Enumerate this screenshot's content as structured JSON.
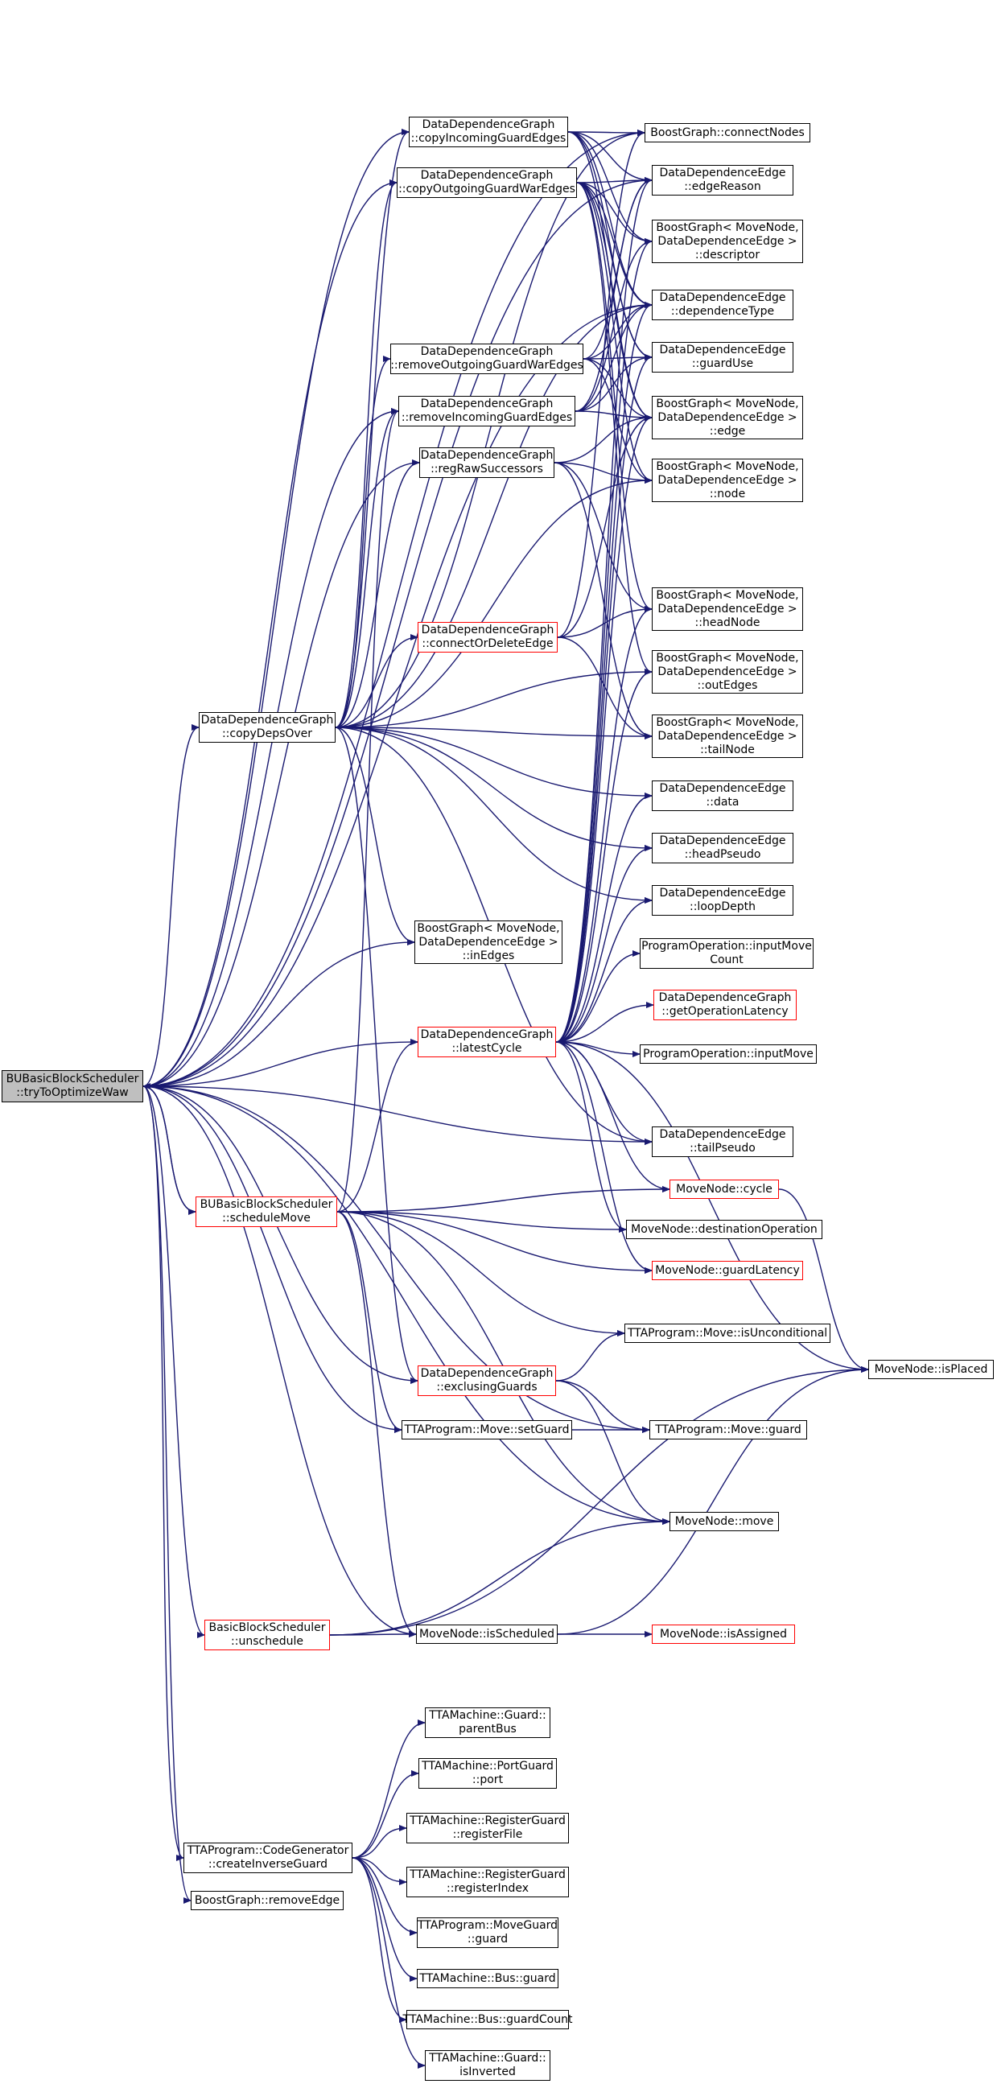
{
  "colors": {
    "edge": "#191970",
    "border": "#000000",
    "highlight_border": "#ff0000",
    "root_fill": "#bfbfbf"
  },
  "nodes": [
    {
      "id": "root",
      "lines": [
        "BUBasicBlockScheduler",
        "::tryToOptimizeWaw"
      ],
      "style": "root"
    },
    {
      "id": "ddg_copyIn",
      "lines": [
        "DataDependenceGraph",
        "::copyIncomingGuardEdges"
      ],
      "style": "normal"
    },
    {
      "id": "bg_connect",
      "lines": [
        "BoostGraph::connectNodes"
      ],
      "style": "normal"
    },
    {
      "id": "dde_edgeReason",
      "lines": [
        "DataDependenceEdge",
        "::edgeReason"
      ],
      "style": "normal"
    },
    {
      "id": "ddg_copyOut",
      "lines": [
        "DataDependenceGraph",
        "::copyOutgoingGuardWarEdges"
      ],
      "style": "normal"
    },
    {
      "id": "bg_descriptor",
      "lines": [
        "BoostGraph< MoveNode,",
        "DataDependenceEdge >",
        "::descriptor"
      ],
      "style": "normal"
    },
    {
      "id": "dde_depType",
      "lines": [
        "DataDependenceEdge",
        "::dependenceType"
      ],
      "style": "normal"
    },
    {
      "id": "ddg_removeOut",
      "lines": [
        "DataDependenceGraph",
        "::removeOutgoingGuardWarEdges"
      ],
      "style": "normal"
    },
    {
      "id": "dde_guardUse",
      "lines": [
        "DataDependenceEdge",
        "::guardUse"
      ],
      "style": "normal"
    },
    {
      "id": "ddg_removeIn",
      "lines": [
        "DataDependenceGraph",
        "::removeIncomingGuardEdges"
      ],
      "style": "normal"
    },
    {
      "id": "bg_edge",
      "lines": [
        "BoostGraph< MoveNode,",
        "DataDependenceEdge >",
        "::edge"
      ],
      "style": "normal"
    },
    {
      "id": "ddg_regRaw",
      "lines": [
        "DataDependenceGraph",
        "::regRawSuccessors"
      ],
      "style": "normal"
    },
    {
      "id": "bg_node",
      "lines": [
        "BoostGraph< MoveNode,",
        "DataDependenceEdge >",
        "::node"
      ],
      "style": "normal"
    },
    {
      "id": "ddg_connOrDel",
      "lines": [
        "DataDependenceGraph",
        "::connectOrDeleteEdge"
      ],
      "style": "red"
    },
    {
      "id": "bg_headNode",
      "lines": [
        "BoostGraph< MoveNode,",
        "DataDependenceEdge >",
        "::headNode"
      ],
      "style": "normal"
    },
    {
      "id": "bg_outEdges",
      "lines": [
        "BoostGraph< MoveNode,",
        "DataDependenceEdge >",
        "::outEdges"
      ],
      "style": "normal"
    },
    {
      "id": "ddg_copyDeps",
      "lines": [
        "DataDependenceGraph",
        "::copyDepsOver"
      ],
      "style": "normal"
    },
    {
      "id": "bg_tailNode",
      "lines": [
        "BoostGraph< MoveNode,",
        "DataDependenceEdge >",
        "::tailNode"
      ],
      "style": "normal"
    },
    {
      "id": "dde_data",
      "lines": [
        "DataDependenceEdge",
        "::data"
      ],
      "style": "normal"
    },
    {
      "id": "dde_headPseudo",
      "lines": [
        "DataDependenceEdge",
        "::headPseudo"
      ],
      "style": "normal"
    },
    {
      "id": "dde_loopDepth",
      "lines": [
        "DataDependenceEdge",
        "::loopDepth"
      ],
      "style": "normal"
    },
    {
      "id": "bg_inEdges",
      "lines": [
        "BoostGraph< MoveNode,",
        "DataDependenceEdge >",
        "::inEdges"
      ],
      "style": "normal"
    },
    {
      "id": "po_inputMoveCount",
      "lines": [
        "ProgramOperation::inputMove",
        "Count"
      ],
      "style": "normal"
    },
    {
      "id": "ddg_getOpLat",
      "lines": [
        "DataDependenceGraph",
        "::getOperationLatency"
      ],
      "style": "red"
    },
    {
      "id": "ddg_latestCycle",
      "lines": [
        "DataDependenceGraph",
        "::latestCycle"
      ],
      "style": "red"
    },
    {
      "id": "po_inputMove",
      "lines": [
        "ProgramOperation::inputMove"
      ],
      "style": "normal"
    },
    {
      "id": "dde_tailPseudo",
      "lines": [
        "DataDependenceEdge",
        "::tailPseudo"
      ],
      "style": "normal"
    },
    {
      "id": "bubs_scheduleMove",
      "lines": [
        "BUBasicBlockScheduler",
        "::scheduleMove"
      ],
      "style": "red"
    },
    {
      "id": "mn_cycle",
      "lines": [
        "MoveNode::cycle"
      ],
      "style": "red"
    },
    {
      "id": "mn_destOp",
      "lines": [
        "MoveNode::destinationOperation"
      ],
      "style": "normal"
    },
    {
      "id": "mn_guardLat",
      "lines": [
        "MoveNode::guardLatency"
      ],
      "style": "red"
    },
    {
      "id": "tta_isUncond",
      "lines": [
        "TTAProgram::Move::isUnconditional"
      ],
      "style": "normal"
    },
    {
      "id": "mn_isPlaced",
      "lines": [
        "MoveNode::isPlaced"
      ],
      "style": "normal"
    },
    {
      "id": "ddg_exclGuards",
      "lines": [
        "DataDependenceGraph",
        "::exclusingGuards"
      ],
      "style": "red"
    },
    {
      "id": "tta_setGuard",
      "lines": [
        "TTAProgram::Move::setGuard"
      ],
      "style": "normal"
    },
    {
      "id": "tta_guard",
      "lines": [
        "TTAProgram::Move::guard"
      ],
      "style": "normal"
    },
    {
      "id": "mn_move",
      "lines": [
        "MoveNode::move"
      ],
      "style": "normal"
    },
    {
      "id": "bbs_unschedule",
      "lines": [
        "BasicBlockScheduler",
        "::unschedule"
      ],
      "style": "red"
    },
    {
      "id": "mn_isScheduled",
      "lines": [
        "MoveNode::isScheduled"
      ],
      "style": "normal"
    },
    {
      "id": "mn_isAssigned",
      "lines": [
        "MoveNode::isAssigned"
      ],
      "style": "red"
    },
    {
      "id": "ttam_parentBus",
      "lines": [
        "TTAMachine::Guard::",
        "parentBus"
      ],
      "style": "normal"
    },
    {
      "id": "ttam_port",
      "lines": [
        "TTAMachine::PortGuard",
        "::port"
      ],
      "style": "normal"
    },
    {
      "id": "cg_createInv",
      "lines": [
        "TTAProgram::CodeGenerator",
        "::createInverseGuard"
      ],
      "style": "normal"
    },
    {
      "id": "ttam_regFile",
      "lines": [
        "TTAMachine::RegisterGuard",
        "::registerFile"
      ],
      "style": "normal"
    },
    {
      "id": "ttam_regIndex",
      "lines": [
        "TTAMachine::RegisterGuard",
        "::registerIndex"
      ],
      "style": "normal"
    },
    {
      "id": "bg_removeEdge",
      "lines": [
        "BoostGraph::removeEdge"
      ],
      "style": "normal"
    },
    {
      "id": "ttap_moveGuard",
      "lines": [
        "TTAProgram::MoveGuard",
        "::guard"
      ],
      "style": "normal"
    },
    {
      "id": "ttam_busGuard",
      "lines": [
        "TTAMachine::Bus::guard"
      ],
      "style": "normal"
    },
    {
      "id": "ttam_busGuardCount",
      "lines": [
        "TTAMachine::Bus::guardCount"
      ],
      "style": "normal"
    },
    {
      "id": "ttam_isInverted",
      "lines": [
        "TTAMachine::Guard::",
        "isInverted"
      ],
      "style": "normal"
    }
  ],
  "edges": [
    [
      "root",
      "ddg_copyIn"
    ],
    [
      "root",
      "bg_connect"
    ],
    [
      "root",
      "ddg_copyOut"
    ],
    [
      "root",
      "dde_depType"
    ],
    [
      "root",
      "ddg_removeIn"
    ],
    [
      "root",
      "ddg_regRaw"
    ],
    [
      "root",
      "ddg_copyDeps"
    ],
    [
      "root",
      "bg_inEdges"
    ],
    [
      "root",
      "ddg_latestCycle"
    ],
    [
      "root",
      "dde_tailPseudo"
    ],
    [
      "root",
      "bubs_scheduleMove"
    ],
    [
      "root",
      "ddg_exclGuards"
    ],
    [
      "root",
      "tta_setGuard"
    ],
    [
      "root",
      "tta_guard"
    ],
    [
      "root",
      "mn_move"
    ],
    [
      "root",
      "mn_isScheduled"
    ],
    [
      "root",
      "bbs_unschedule"
    ],
    [
      "root",
      "cg_createInv"
    ],
    [
      "root",
      "bg_removeEdge"
    ],
    [
      "root",
      "dde_edgeReason"
    ],
    [
      "ddg_copyIn",
      "bg_connect"
    ],
    [
      "ddg_copyIn",
      "dde_edgeReason"
    ],
    [
      "ddg_copyIn",
      "bg_descriptor"
    ],
    [
      "ddg_copyIn",
      "dde_guardUse"
    ],
    [
      "ddg_copyIn",
      "bg_edge"
    ],
    [
      "ddg_copyIn",
      "dde_depType"
    ],
    [
      "ddg_copyOut",
      "dde_edgeReason"
    ],
    [
      "ddg_copyOut",
      "bg_descriptor"
    ],
    [
      "ddg_copyOut",
      "dde_depType"
    ],
    [
      "ddg_copyOut",
      "dde_guardUse"
    ],
    [
      "ddg_copyOut",
      "bg_edge"
    ],
    [
      "ddg_copyOut",
      "bg_node"
    ],
    [
      "ddg_copyOut",
      "bg_headNode"
    ],
    [
      "ddg_copyOut",
      "bg_outEdges"
    ],
    [
      "ddg_removeOut",
      "dde_depType"
    ],
    [
      "ddg_removeOut",
      "dde_guardUse"
    ],
    [
      "ddg_removeOut",
      "bg_edge"
    ],
    [
      "ddg_removeOut",
      "bg_node"
    ],
    [
      "ddg_removeOut",
      "dde_edgeReason"
    ],
    [
      "ddg_removeIn",
      "dde_depType"
    ],
    [
      "ddg_removeIn",
      "dde_guardUse"
    ],
    [
      "ddg_removeIn",
      "bg_edge"
    ],
    [
      "ddg_removeIn",
      "bg_descriptor"
    ],
    [
      "ddg_removeIn",
      "dde_edgeReason"
    ],
    [
      "ddg_regRaw",
      "bg_node"
    ],
    [
      "ddg_regRaw",
      "bg_headNode"
    ],
    [
      "ddg_regRaw",
      "bg_tailNode"
    ],
    [
      "ddg_regRaw",
      "bg_edge"
    ],
    [
      "ddg_connOrDel",
      "bg_headNode"
    ],
    [
      "ddg_connOrDel",
      "bg_tailNode"
    ],
    [
      "ddg_connOrDel",
      "bg_connect"
    ],
    [
      "ddg_connOrDel",
      "bg_edge"
    ],
    [
      "ddg_copyDeps",
      "ddg_copyIn"
    ],
    [
      "ddg_copyDeps",
      "ddg_copyOut"
    ],
    [
      "ddg_copyDeps",
      "ddg_removeOut"
    ],
    [
      "ddg_copyDeps",
      "ddg_removeIn"
    ],
    [
      "ddg_copyDeps",
      "ddg_regRaw"
    ],
    [
      "ddg_copyDeps",
      "ddg_connOrDel"
    ],
    [
      "ddg_copyDeps",
      "bg_outEdges"
    ],
    [
      "ddg_copyDeps",
      "bg_tailNode"
    ],
    [
      "ddg_copyDeps",
      "dde_data"
    ],
    [
      "ddg_copyDeps",
      "dde_headPseudo"
    ],
    [
      "ddg_copyDeps",
      "dde_loopDepth"
    ],
    [
      "ddg_copyDeps",
      "bg_inEdges"
    ],
    [
      "ddg_copyDeps",
      "dde_tailPseudo"
    ],
    [
      "ddg_copyDeps",
      "ddg_exclGuards"
    ],
    [
      "ddg_copyDeps",
      "dde_depType"
    ],
    [
      "ddg_copyDeps",
      "bg_node"
    ],
    [
      "ddg_copyDeps",
      "bg_connect"
    ],
    [
      "ddg_latestCycle",
      "bg_descriptor"
    ],
    [
      "ddg_latestCycle",
      "dde_edgeReason"
    ],
    [
      "ddg_latestCycle",
      "dde_depType"
    ],
    [
      "ddg_latestCycle",
      "dde_guardUse"
    ],
    [
      "ddg_latestCycle",
      "bg_edge"
    ],
    [
      "ddg_latestCycle",
      "bg_headNode"
    ],
    [
      "ddg_latestCycle",
      "bg_outEdges"
    ],
    [
      "ddg_latestCycle",
      "dde_data"
    ],
    [
      "ddg_latestCycle",
      "dde_headPseudo"
    ],
    [
      "ddg_latestCycle",
      "dde_loopDepth"
    ],
    [
      "ddg_latestCycle",
      "po_inputMoveCount"
    ],
    [
      "ddg_latestCycle",
      "ddg_getOpLat"
    ],
    [
      "ddg_latestCycle",
      "po_inputMove"
    ],
    [
      "ddg_latestCycle",
      "dde_tailPseudo"
    ],
    [
      "ddg_latestCycle",
      "mn_cycle"
    ],
    [
      "ddg_latestCycle",
      "mn_destOp"
    ],
    [
      "ddg_latestCycle",
      "mn_guardLat"
    ],
    [
      "ddg_latestCycle",
      "mn_isPlaced"
    ],
    [
      "bubs_scheduleMove",
      "root"
    ],
    [
      "bubs_scheduleMove",
      "ddg_latestCycle"
    ],
    [
      "bubs_scheduleMove",
      "mn_cycle"
    ],
    [
      "bubs_scheduleMove",
      "mn_destOp"
    ],
    [
      "bubs_scheduleMove",
      "mn_guardLat"
    ],
    [
      "bubs_scheduleMove",
      "tta_isUncond"
    ],
    [
      "bubs_scheduleMove",
      "tta_setGuard"
    ],
    [
      "bubs_scheduleMove",
      "mn_move"
    ],
    [
      "bubs_scheduleMove",
      "mn_isScheduled"
    ],
    [
      "bubs_scheduleMove",
      "ddg_removeIn"
    ],
    [
      "mn_cycle",
      "mn_isPlaced"
    ],
    [
      "ddg_exclGuards",
      "tta_isUncond"
    ],
    [
      "ddg_exclGuards",
      "tta_guard"
    ],
    [
      "ddg_exclGuards",
      "mn_move"
    ],
    [
      "tta_setGuard",
      "tta_guard"
    ],
    [
      "bbs_unschedule",
      "mn_move"
    ],
    [
      "bbs_unschedule",
      "mn_isScheduled"
    ],
    [
      "bbs_unschedule",
      "mn_isPlaced"
    ],
    [
      "mn_isScheduled",
      "mn_isAssigned"
    ],
    [
      "mn_isScheduled",
      "mn_isPlaced"
    ],
    [
      "cg_createInv",
      "ttam_parentBus"
    ],
    [
      "cg_createInv",
      "ttam_port"
    ],
    [
      "cg_createInv",
      "ttam_regFile"
    ],
    [
      "cg_createInv",
      "ttam_regIndex"
    ],
    [
      "cg_createInv",
      "ttap_moveGuard"
    ],
    [
      "cg_createInv",
      "ttam_busGuard"
    ],
    [
      "cg_createInv",
      "ttam_busGuardCount"
    ],
    [
      "cg_createInv",
      "ttam_isInverted"
    ]
  ]
}
